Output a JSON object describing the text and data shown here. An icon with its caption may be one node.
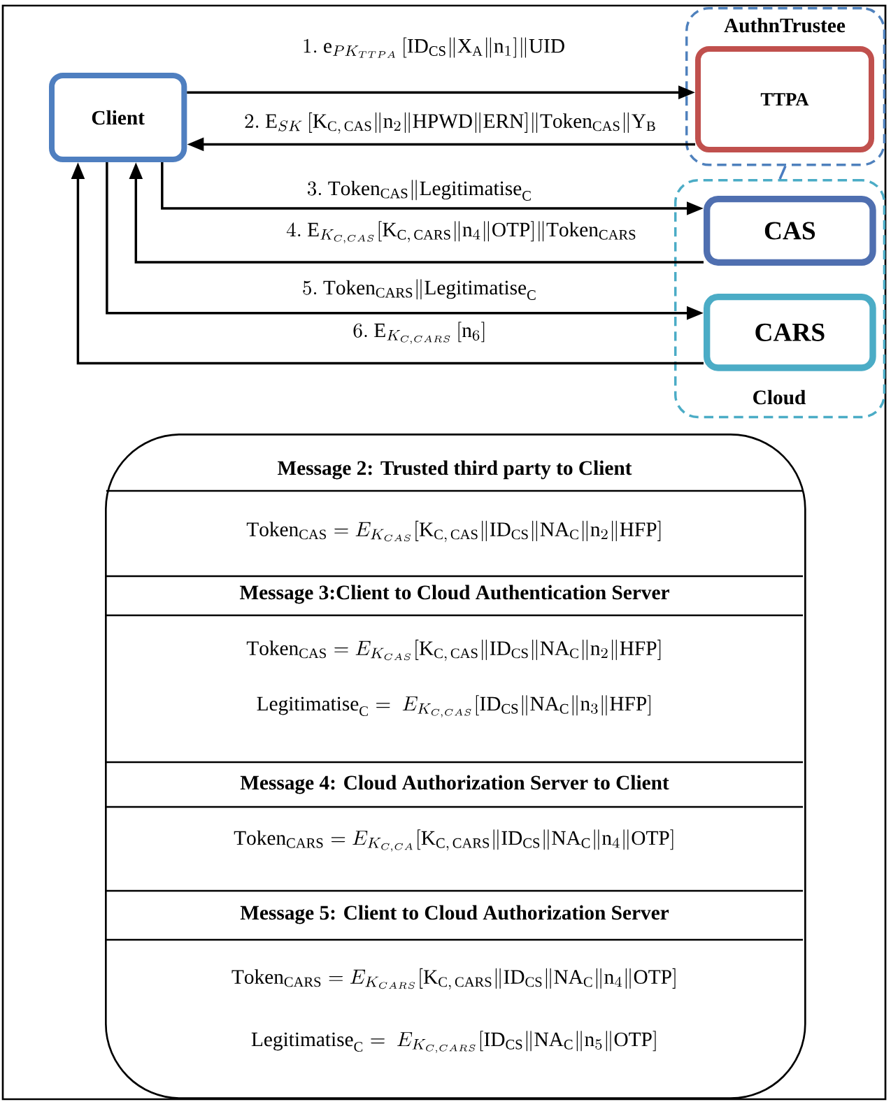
{
  "diagram": {
    "nodes": [
      {
        "text": [
          "Client"
        ]
      },
      {
        "text": [
          "AuthnTrustee"
        ]
      },
      {
        "text": [
          "TTPA"
        ],
        "in": 1
      },
      {
        "text": [
          "Cloud"
        ]
      },
      {
        "text": [
          "CAS"
        ],
        "in": 3
      },
      {
        "text": [
          "CARS"
        ],
        "in": 3
      },
      {
        "text": [
          "Message 2: Trusted third party to Client",
          "\\mathrm{Token}_{\\mathrm{CAS}}= E_{K_{CAS}}[\\mathrm{K}_{\\mathrm{C,\\,CAS}}\\|\\mathrm{ID}_{\\mathrm{CS}}\\|\\mathrm{NA}_{\\mathrm{C}}\\|\\mathrm{n}_{2}\\|\\mathrm{HFP}]",
          "Message 3:Client to Cloud Authentication Server",
          "\\mathrm{Token}_{\\mathrm{CAS}}= E_{K_{CAS}}[\\mathrm{K}_{\\mathrm{C,\\,CAS}}\\|\\mathrm{ID}_{\\mathrm{CS}}\\|\\mathrm{NA}_{\\mathrm{C}}\\|\\mathrm{n}_{2}\\|\\mathrm{HFP}]",
          "\\mathrm{Legitimatise}_{\\mathrm{C}} =\\ E_{K_{C,CAS}}[\\mathrm{ID}_{\\mathrm{CS}}\\|\\mathrm{NA}_{\\mathrm{C}}\\|\\mathrm{n}_{3}\\|\\mathrm{HFP}]",
          "Message 4: Cloud Authorization Server to Client",
          "\\mathrm{Token}_{\\mathrm{CARS}}= E_{K_{C,CA}}[\\mathrm{K}_{\\mathrm{C,\\,CARS}}\\|\\mathrm{ID}_{\\mathrm{CS}}\\|\\mathrm{NA}_{\\mathrm{C}}\\|\\mathrm{n}_{4}\\|\\mathrm{OTP}]",
          "Message 5: Client to Cloud Authorization Server",
          "\\mathrm{Token}_{\\mathrm{CARS}}= E_{K_{CARS}}[\\mathrm{K}_{\\mathrm{C,\\,CARS}}\\|\\mathrm{ID}_{\\mathrm{CS}}\\|\\mathrm{NA}_{\\mathrm{C}}\\|\\mathrm{n}_{4}\\|\\mathrm{OTP}]",
          "\\mathrm{Legitimatise}_{\\mathrm{C}} =\\ E_{K_{C,CARS}}[\\mathrm{ID}_{\\mathrm{CS}}\\|\\mathrm{NA}_{\\mathrm{C}}\\|\\mathrm{n}_{5}\\|\\mathrm{OTP}]"
        ]
      }
    ],
    "edges": [
      {
        "from": 0,
        "to": 2,
        "arrow": "to",
        "label": "1.\\ \\mathrm{e}_{PK_{TTPA}}\\,[\\mathrm{ID}_{\\mathrm{CS}}\\|\\mathrm{X}_{\\mathrm{A}}\\|\\mathrm{n}_{1}]\\|\\mathrm{UID}"
      },
      {
        "from": 2,
        "to": 0,
        "arrow": "to",
        "label": "2.\\ \\mathrm{E}_{SK}\\,[\\mathrm{K}_{\\mathrm{C,\\,CAS}}\\|\\mathrm{n}_{2}\\|\\mathrm{HPWD}\\|\\mathrm{ERN}]\\|\\mathrm{Token}_{\\mathrm{CAS}}\\|\\mathrm{Y}_{\\mathrm{B}}"
      },
      {
        "from": 0,
        "to": 4,
        "arrow": "to",
        "label": "3.\\ \\mathrm{Token}_{\\mathrm{CAS}}\\|\\mathrm{Legitimatise}_{\\mathrm{C}}"
      },
      {
        "from": 4,
        "to": 0,
        "arrow": "to",
        "label": "4.\\ \\mathrm{E}_{K_{C,CAS}}[\\mathrm{K}_{\\mathrm{C,\\,CARS}}\\|\\mathrm{n}_{4}\\|\\mathrm{OTP}]\\|\\mathrm{Token}_{\\mathrm{CARS}}"
      },
      {
        "from": 0,
        "to": 5,
        "arrow": "to",
        "label": "5.\\ \\mathrm{Token}_{\\mathrm{CARS}}\\|\\mathrm{Legitimatise}_{\\mathrm{C}}"
      },
      {
        "from": 5,
        "to": 0,
        "arrow": "to",
        "label": "6.\\ \\mathrm{E}_{K_{C,CARS}}\\,[\\mathrm{n}_{6}]"
      },
      {
        "from": 1,
        "to": 3,
        "arrow": "none",
        "color": "#4a7cc0"
      }
    ]
  }
}
